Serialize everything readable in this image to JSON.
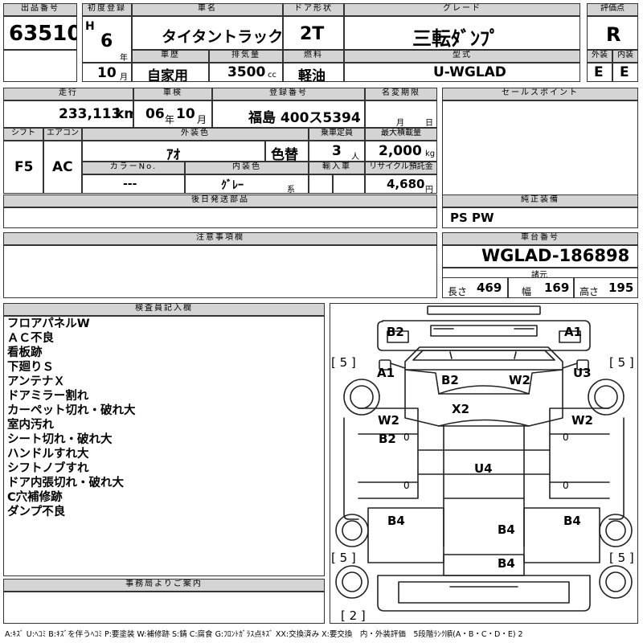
{
  "header": {
    "lot_no_label": "出品番号",
    "lot_no": "63510",
    "first_reg_label": "初度登録",
    "era": "H",
    "year": "6",
    "year_unit": "年",
    "month": "10",
    "month_unit": "月",
    "car_name_label": "車名",
    "car_name": "タイタントラック",
    "history_label": "車歴",
    "history": "自家用",
    "displacement_label": "排気量",
    "displacement": "3500",
    "displacement_unit": "cc",
    "door_label": "ドア形状",
    "door": "2T",
    "fuel_label": "燃料",
    "fuel": "軽油",
    "grade_label": "グレード",
    "grade": "三転ﾀﾞﾝﾌﾟ",
    "model_label": "型式",
    "model": "U-WGLAD",
    "score_label": "評価点",
    "score": "R",
    "exterior_label": "外装",
    "exterior": "E",
    "interior_label": "内装",
    "interior": "E"
  },
  "row2": {
    "mileage_label": "走行",
    "mileage": "233,113",
    "mileage_unit": "km",
    "inspection_label": "車検",
    "insp_year": "06",
    "insp_year_unit": "年",
    "insp_month": "10",
    "insp_month_unit": "月",
    "reg_label": "登録番号",
    "reg_no": "福島 400ス5394",
    "name_change_label": "名変期限",
    "nc_month": "月",
    "nc_day": "日",
    "sales_label": "セールスポイント",
    "shift_label": "シフト",
    "shift": "F5",
    "ac_label": "エアコン",
    "ac": "AC",
    "color_label": "外装色",
    "color": "ｱｵ",
    "color_change": "色替",
    "capacity_label": "乗車定員",
    "capacity": "3",
    "capacity_unit": "人",
    "load_label": "最大積載量",
    "load": "2,000",
    "load_unit": "kg",
    "color_no_label": "カラーNo.",
    "color_no": "---",
    "int_color_label": "内装色",
    "int_color": "ｸﾞﾚｰ",
    "int_color_suffix": "系",
    "import_label": "輸入車",
    "recycle_label": "リサイクル預託金",
    "recycle": "4,680",
    "recycle_unit": "円",
    "later_parts_label": "後日発送部品",
    "genuine_label": "純正装備",
    "genuine": "PS PW",
    "caution_label": "注意事項欄",
    "chassis_label": "車台番号",
    "chassis": "WGLAD-186898",
    "spec_label": "諸元",
    "length_label": "長さ",
    "length": "469",
    "width_label": "幅",
    "width": "169",
    "height_label": "高さ",
    "height": "195"
  },
  "inspector": {
    "label": "検査員記入欄",
    "remarks": [
      "フロアパネルW",
      "ＡＣ不良",
      "看板跡",
      "下廻りＳ",
      "アンテナＸ",
      "ドアミラー割れ",
      "カーペット切れ・破れ大",
      "室内汚れ",
      "シート切れ・破れ大",
      "ハンドルすれ大",
      "シフトノブすれ",
      "ドア内張切れ・破れ大",
      "C穴補修跡",
      "ダンプ不良"
    ]
  },
  "office_label": "事務局よりご案内",
  "diagram": {
    "marks": [
      "B2",
      "A1",
      "A1",
      "B2",
      "W2",
      "U3",
      "X2",
      "W2",
      "W2",
      "B2",
      "U4",
      "B4",
      "B4",
      "B4",
      "B4"
    ],
    "brackets": [
      "[ 5 ]",
      "[ 5 ]",
      "[ 5 ]",
      "[ 5 ]",
      "[ 2 ]"
    ],
    "zeros": [
      "0",
      "0",
      "0",
      "0"
    ]
  },
  "legend": "A:ｷｽﾞ U:ﾍｺﾐ B:ｷｽﾞを伴うﾍｺﾐ P:要塗装 W:補修跡 S:錆 C:腐食 G:ﾌﾛﾝﾄｶﾞﾗｽ点ｷｽﾞ XX:交換済み X:要交換　内・外装評価　5段階ﾗﾝｸ順(A・B・C・D・E) 2"
}
